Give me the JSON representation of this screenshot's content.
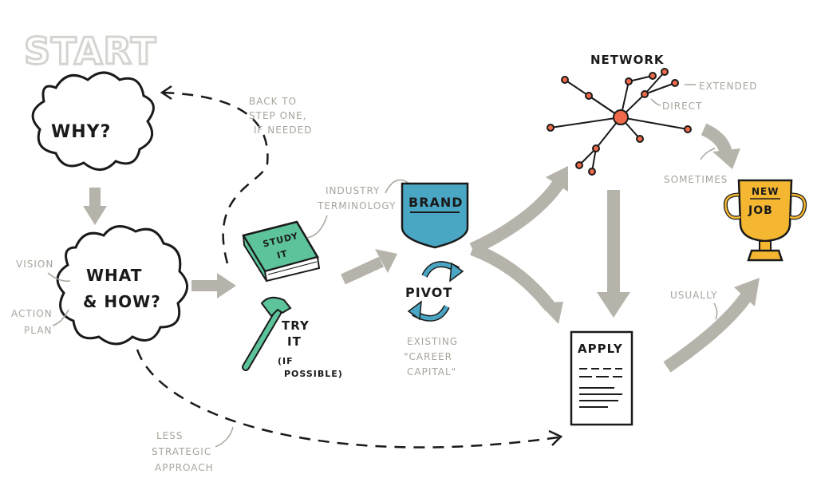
{
  "start": "START",
  "why": "WHY?",
  "what_how_line1": "WHAT",
  "what_how_line2": "& HOW?",
  "vision": "VISION",
  "action_plan_1": "ACTION",
  "action_plan_2": "PLAN",
  "back_to_1": "BACK TO",
  "back_to_2": "STEP ONE,",
  "back_to_3": "IF NEEDED",
  "study_1": "STUDY",
  "study_2": "IT",
  "industry_1": "INDUSTRY",
  "industry_2": "TERMINOLOGY",
  "try_1": "TRY",
  "try_2": "IT",
  "try_3": "(IF",
  "try_4": "POSSIBLE)",
  "brand": "BRAND",
  "pivot": "PIVOT",
  "existing_1": "EXISTING",
  "existing_2": "\"CAREER",
  "existing_3": "CAPITAL\"",
  "network": "NETWORK",
  "extended": "EXTENDED",
  "direct": "DIRECT",
  "sometimes": "SOMETIMES",
  "usually": "USUALLY",
  "apply": "APPLY",
  "new": "NEW",
  "job": "JOB",
  "less_1": "LESS",
  "less_2": "STRATEGIC",
  "less_3": "APPROACH",
  "colors": {
    "arrow": "#b5b3aa",
    "note": "#a8a59c",
    "book": "#5cc39a",
    "brand": "#4aa7c4",
    "network": "#ef6a4a",
    "trophy": "#f5b731",
    "start": "#d8d8d4"
  }
}
